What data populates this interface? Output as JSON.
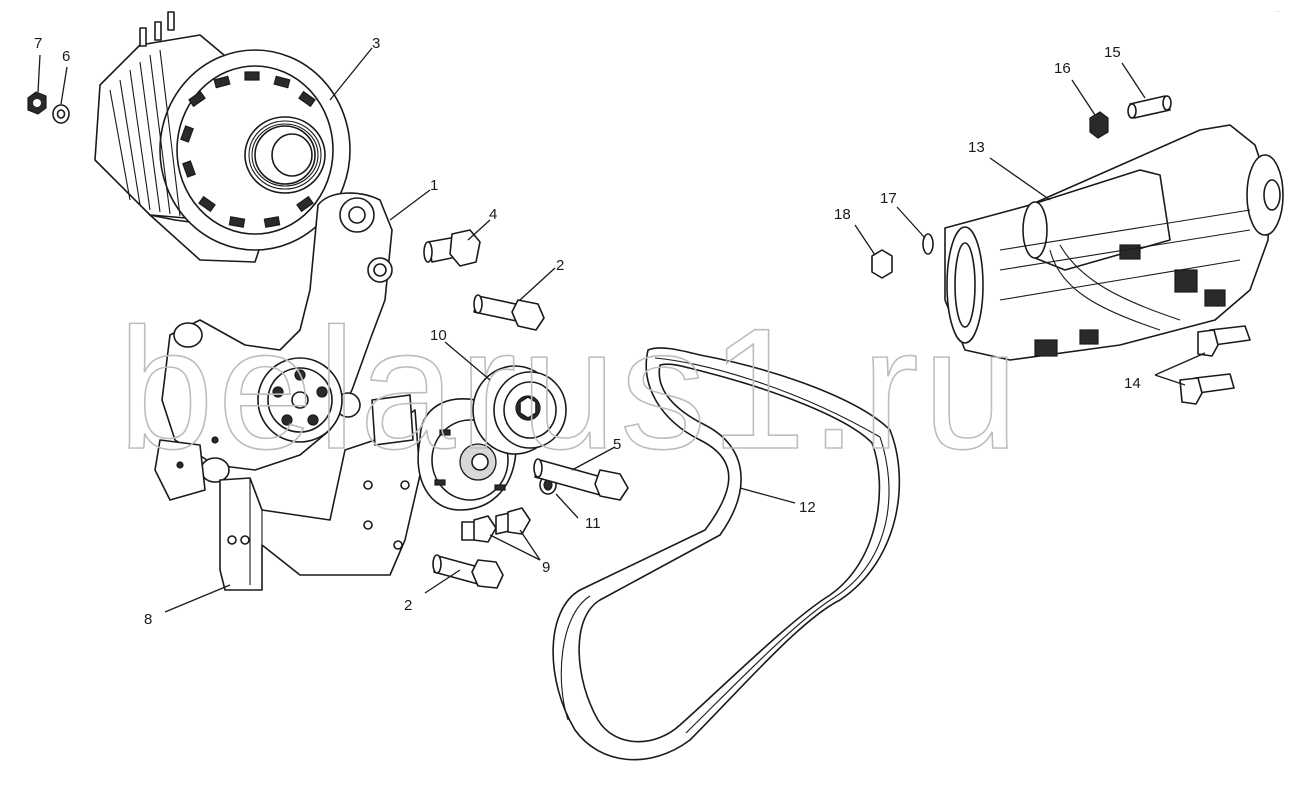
{
  "watermark": "belarus1.ru",
  "corner_mark": "..",
  "callouts": {
    "c1": "1",
    "c2a": "2",
    "c2b": "2",
    "c3": "3",
    "c4": "4",
    "c5": "5",
    "c6": "6",
    "c7": "7",
    "c8": "8",
    "c9": "9",
    "c10": "10",
    "c11": "11",
    "c12": "12",
    "c13": "13",
    "c14": "14",
    "c15": "15",
    "c16": "16",
    "c17": "17",
    "c18": "18"
  }
}
